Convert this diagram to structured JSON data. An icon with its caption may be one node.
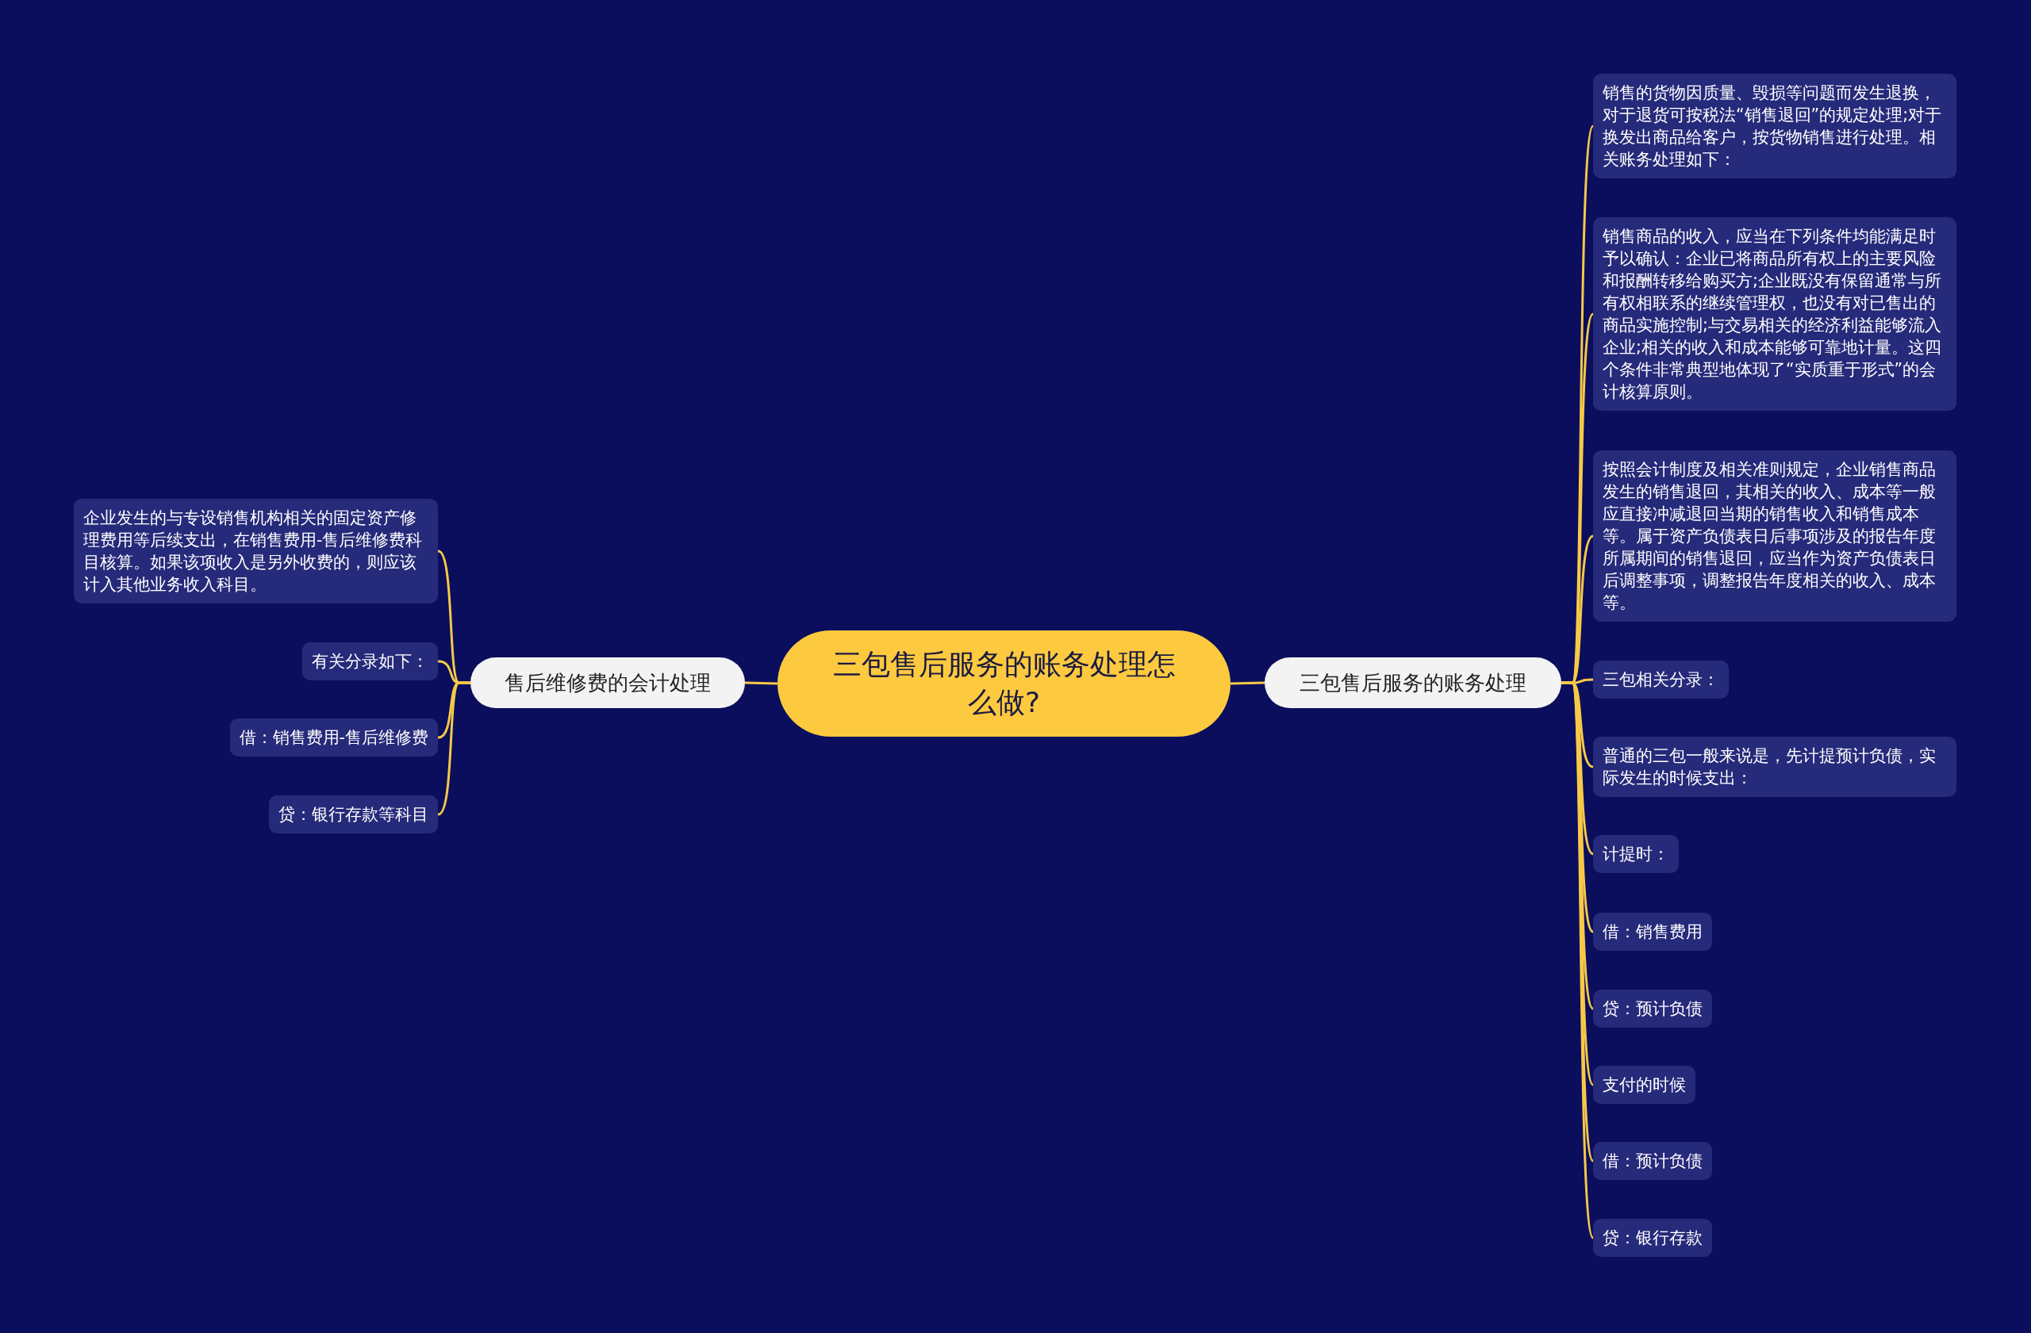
{
  "diagram": {
    "nodes": [
      {
        "text": [
          "三包售后服务的账务处理怎么做?"
        ]
      },
      {
        "text": [
          "售后维修费的会计处理"
        ]
      },
      {
        "text": [
          "企业发生的与专设销售机构相关的固定资产修理费用等后续支出，在销售费用-售后维修费科目核算。如果该项收入是另外收费的，则应该计入其他业务收入科目。"
        ]
      },
      {
        "text": [
          "有关分录如下："
        ]
      },
      {
        "text": [
          "借：销售费用-售后维修费"
        ]
      },
      {
        "text": [
          "贷：银行存款等科目"
        ]
      },
      {
        "text": [
          "三包售后服务的账务处理"
        ]
      },
      {
        "text": [
          "销售的货物因质量、毁损等问题而发生退换，对于退货可按税法“销售退回”的规定处理;对于换发出商品给客户，按货物销售进行处理。相关账务处理如下："
        ]
      },
      {
        "text": [
          "销售商品的收入，应当在下列条件均能满足时予以确认：企业已将商品所有权上的主要风险和报酬转移给购买方;企业既没有保留通常与所有权相联系的继续管理权，也没有对已售出的商品实施控制;与交易相关的经济利益能够流入企业;相关的收入和成本能够可靠地计量。这四个条件非常典型地体现了“实质重于形式”的会计核算原则。"
        ]
      },
      {
        "text": [
          "按照会计制度及相关准则规定，企业销售商品发生的销售退回，其相关的收入、成本等一般应直接冲减退回当期的销售收入和销售成本等。属于资产负债表日后事项涉及的报告年度所属期间的销售退回，应当作为资产负债表日后调整事项，调整报告年度相关的收入、成本等。"
        ]
      },
      {
        "text": [
          "三包相关分录："
        ]
      },
      {
        "text": [
          "普通的三包一般来说是，先计提预计负债，实际发生的时候支出："
        ]
      },
      {
        "text": [
          "计提时："
        ]
      },
      {
        "text": [
          "借：销售费用"
        ]
      },
      {
        "text": [
          "贷：预计负债"
        ]
      },
      {
        "text": [
          "支付的时候"
        ]
      },
      {
        "text": [
          "借：预计负债"
        ]
      },
      {
        "text": [
          "贷：银行存款"
        ]
      }
    ],
    "edges": [
      {
        "from": 0,
        "to": 1,
        "arrow": "none"
      },
      {
        "from": 1,
        "to": 2,
        "arrow": "none"
      },
      {
        "from": 1,
        "to": 3,
        "arrow": "none"
      },
      {
        "from": 1,
        "to": 4,
        "arrow": "none"
      },
      {
        "from": 1,
        "to": 5,
        "arrow": "none"
      },
      {
        "from": 0,
        "to": 6,
        "arrow": "none"
      },
      {
        "from": 6,
        "to": 7,
        "arrow": "none"
      },
      {
        "from": 6,
        "to": 8,
        "arrow": "none"
      },
      {
        "from": 6,
        "to": 9,
        "arrow": "none"
      },
      {
        "from": 6,
        "to": 10,
        "arrow": "none"
      },
      {
        "from": 6,
        "to": 11,
        "arrow": "none"
      },
      {
        "from": 6,
        "to": 12,
        "arrow": "none"
      },
      {
        "from": 6,
        "to": 13,
        "arrow": "none"
      },
      {
        "from": 6,
        "to": 14,
        "arrow": "none"
      },
      {
        "from": 6,
        "to": 15,
        "arrow": "none"
      },
      {
        "from": 6,
        "to": 16,
        "arrow": "none"
      },
      {
        "from": 6,
        "to": 17,
        "arrow": "none"
      }
    ]
  }
}
